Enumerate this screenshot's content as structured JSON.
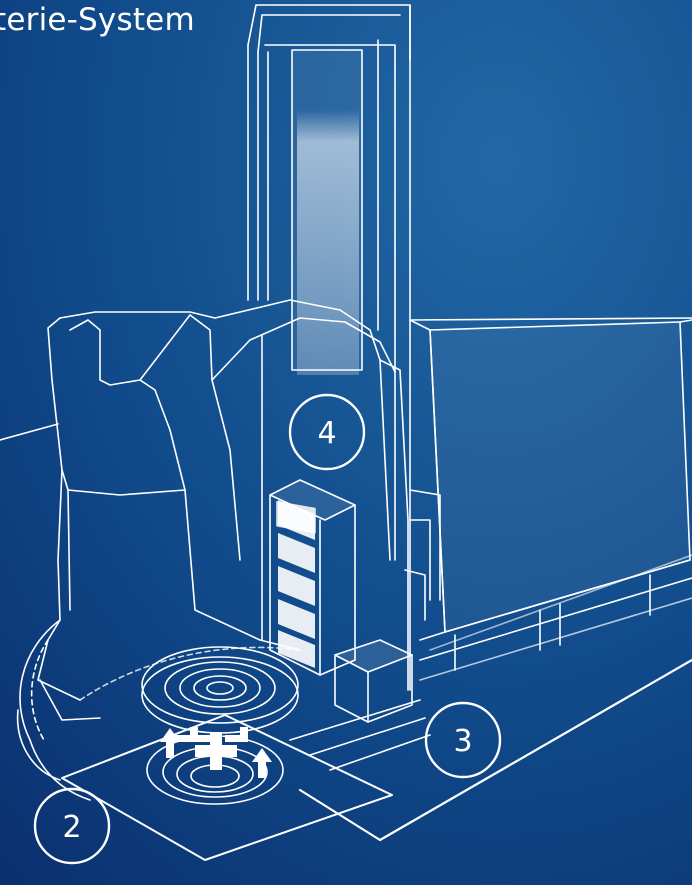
{
  "title": "terie-System",
  "markers": [
    {
      "id": "marker-4",
      "label": "4"
    },
    {
      "id": "marker-3",
      "label": "3"
    },
    {
      "id": "marker-2",
      "label": "2"
    }
  ],
  "colors": {
    "background_light": "#1f5f9c",
    "background_dark": "#0a2f6e",
    "line": "#ffffff"
  }
}
